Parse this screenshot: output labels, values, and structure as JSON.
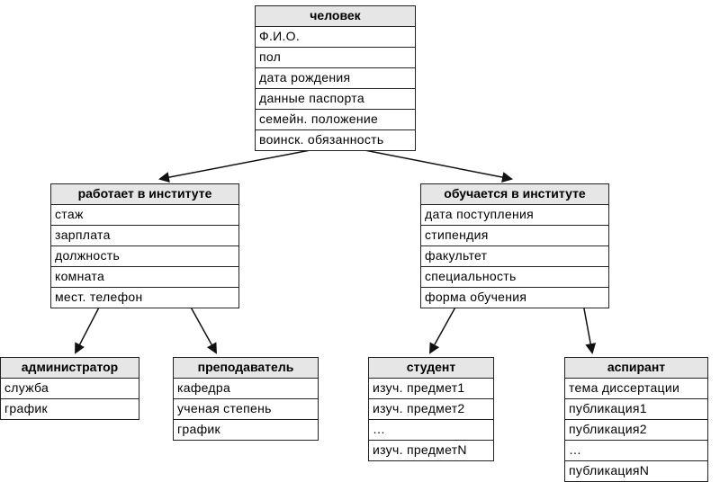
{
  "entities": {
    "person": {
      "title": "человек",
      "fields": [
        "Ф.И.О.",
        "пол",
        "дата рождения",
        "данные паспорта",
        "семейн. положение",
        "воинск. обязанность"
      ]
    },
    "works": {
      "title": "работает в институте",
      "fields": [
        "стаж",
        "зарплата",
        "должность",
        "комната",
        "мест. телефон"
      ]
    },
    "studies": {
      "title": "обучается в институте",
      "fields": [
        "дата поступления",
        "стипендия",
        "факультет",
        "специальность",
        "форма обучения"
      ]
    },
    "admin": {
      "title": "администратор",
      "fields": [
        "служба",
        "график"
      ]
    },
    "teacher": {
      "title": "преподаватель",
      "fields": [
        "кафедра",
        "ученая степень",
        "график"
      ]
    },
    "student": {
      "title": "студент",
      "fields": [
        "изуч. предмет1",
        "изуч. предмет2",
        "…",
        "изуч. предметN"
      ]
    },
    "grad": {
      "title": "аспирант",
      "fields": [
        "тема диссертации",
        "публикация1",
        "публикация2",
        "…",
        "публикацияN"
      ]
    }
  }
}
